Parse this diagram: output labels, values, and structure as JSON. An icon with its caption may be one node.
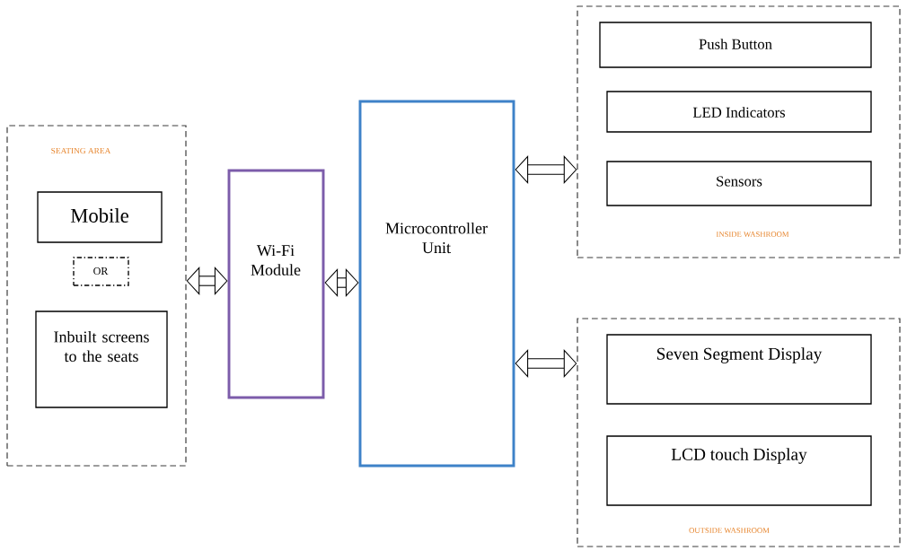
{
  "diagram": {
    "nodes": [
      {
        "text": [
          "SEATING AREA"
        ]
      },
      {
        "text": [
          "Mobile"
        ],
        "in": 0
      },
      {
        "text": [
          "OR"
        ],
        "in": 0
      },
      {
        "text": [
          "Inbuilt screens to the seats"
        ],
        "in": 0
      },
      {
        "text": [
          "Wi-Fi Module"
        ]
      },
      {
        "text": [
          "Microcontroller Unit"
        ]
      },
      {
        "text": [
          "INSIDE WASHROOM"
        ]
      },
      {
        "text": [
          "Push Button"
        ],
        "in": 6
      },
      {
        "text": [
          "LED Indicators"
        ],
        "in": 6
      },
      {
        "text": [
          "Sensors"
        ],
        "in": 6
      },
      {
        "text": [
          "OUTSIDE WASHROOM"
        ]
      },
      {
        "text": [
          "Seven Segment Display"
        ],
        "in": 10
      },
      {
        "text": [
          "LCD touch Display"
        ],
        "in": 10
      }
    ],
    "edges": [
      {
        "from": 0,
        "to": 4,
        "arrow": "both"
      },
      {
        "from": 4,
        "to": 5,
        "arrow": "both"
      },
      {
        "from": 5,
        "to": 6,
        "arrow": "both"
      },
      {
        "from": 5,
        "to": 10,
        "arrow": "both"
      }
    ]
  }
}
